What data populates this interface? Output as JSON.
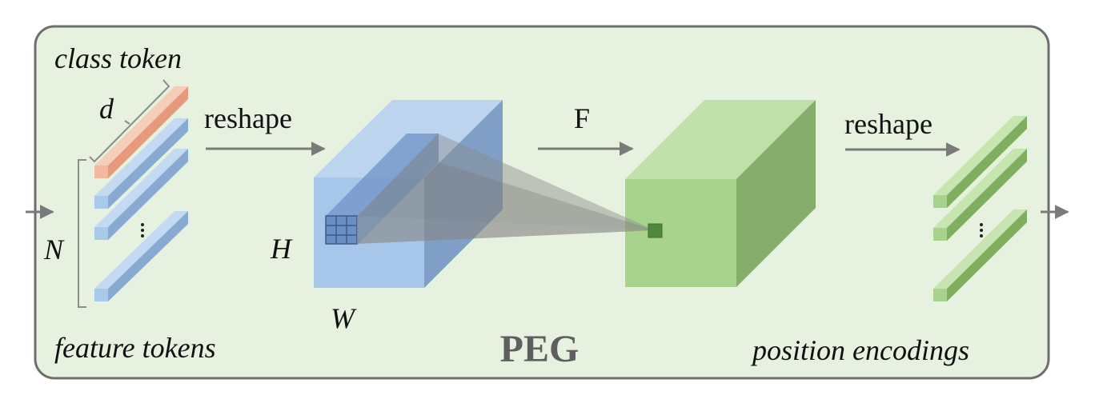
{
  "labels": {
    "class_token": "class token",
    "d": "d",
    "N": "N",
    "feature_tokens": "feature tokens",
    "reshape_in": "reshape",
    "H": "H",
    "W": "W",
    "F": "F",
    "peg": "PEG",
    "reshape_out": "reshape",
    "position_encodings": "position encodings"
  },
  "colors": {
    "panel_fill": "#e6f1df",
    "panel_stroke": "#6e6e6e",
    "class_token": "#f2b9a0",
    "feature_token": "#a9c9ea",
    "blue_cube_front": "#a6c6ea",
    "blue_cube_right": "#7f9fc6",
    "green_cube_front": "#a8d38c",
    "green_cube_right": "#86ad6b",
    "arrow": "#7a7a7a"
  },
  "icons": {
    "ellipsis_in": "vertical-ellipsis",
    "ellipsis_out": "vertical-ellipsis"
  }
}
